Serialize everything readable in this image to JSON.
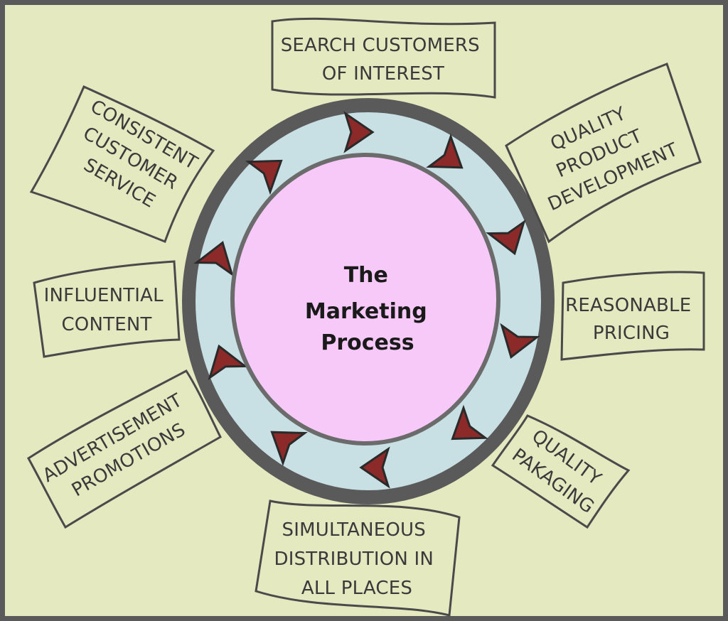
{
  "center": {
    "lines": [
      "The",
      "Marketing",
      "Process"
    ]
  },
  "steps": [
    {
      "id": "search",
      "lines": [
        "SEARCH CUSTOMERS",
        "OF INTEREST"
      ]
    },
    {
      "id": "quality-product",
      "lines": [
        "QUALITY",
        "PRODUCT",
        "DEVELOPMENT"
      ]
    },
    {
      "id": "pricing",
      "lines": [
        "REASONABLE",
        "PRICING"
      ]
    },
    {
      "id": "packaging",
      "lines": [
        "QUALITY",
        "PAKAGING"
      ]
    },
    {
      "id": "distribution",
      "lines": [
        "SIMULTANEOUS",
        "DISTRIBUTION IN",
        "ALL PLACES"
      ]
    },
    {
      "id": "advertisement",
      "lines": [
        "ADVERTISEMENT",
        "PROMOTIONS"
      ]
    },
    {
      "id": "content",
      "lines": [
        "INFLUENTIAL",
        "CONTENT"
      ]
    },
    {
      "id": "service",
      "lines": [
        "CONSISTENT",
        "CUSTOMER",
        "SERVICE"
      ]
    }
  ],
  "colors": {
    "background": "#e4e9c0",
    "frame": "#5a5a5a",
    "outer_ring": "#5a5a5a",
    "rotation_band": "#c8dfe3",
    "center_circle": "#f6c9f8",
    "arrow_fill": "#8c2a2a",
    "arrow_outline": "#2a2a2a"
  }
}
